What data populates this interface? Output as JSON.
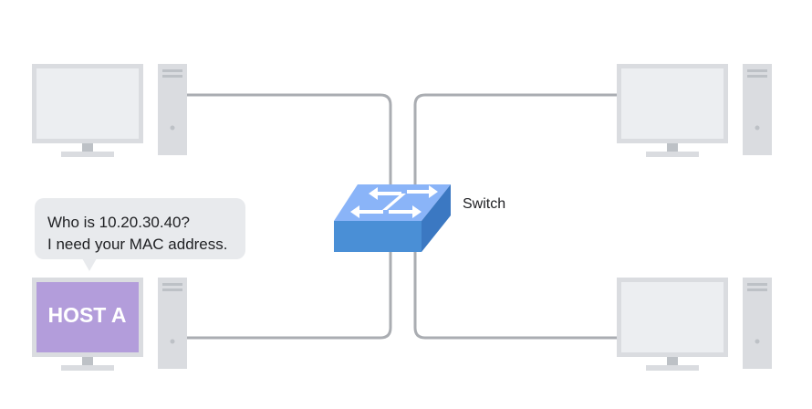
{
  "switch": {
    "label": "Switch",
    "icon": "network-switch-icon",
    "colors": {
      "top": "#8ab4f8",
      "front": "#4a8fd6",
      "side": "#3b78c2",
      "arrows": "#ffffff"
    }
  },
  "hosts": [
    {
      "name": "top-left-host",
      "label": "",
      "screen_color": "#eceef1"
    },
    {
      "name": "host-a",
      "label": "HOST A",
      "screen_color": "#b39ddb"
    },
    {
      "name": "top-right-host",
      "label": "",
      "screen_color": "#eceef1"
    },
    {
      "name": "bottom-right-host",
      "label": "",
      "screen_color": "#eceef1"
    }
  ],
  "speech_bubble": {
    "lines": [
      "Who is 10.20.30.40?",
      "I need your MAC address."
    ],
    "color": "#e8eaed"
  },
  "colors": {
    "cable": "#aaadb2",
    "device_body": "#dadce0",
    "device_stand": "#bdc1c6"
  }
}
